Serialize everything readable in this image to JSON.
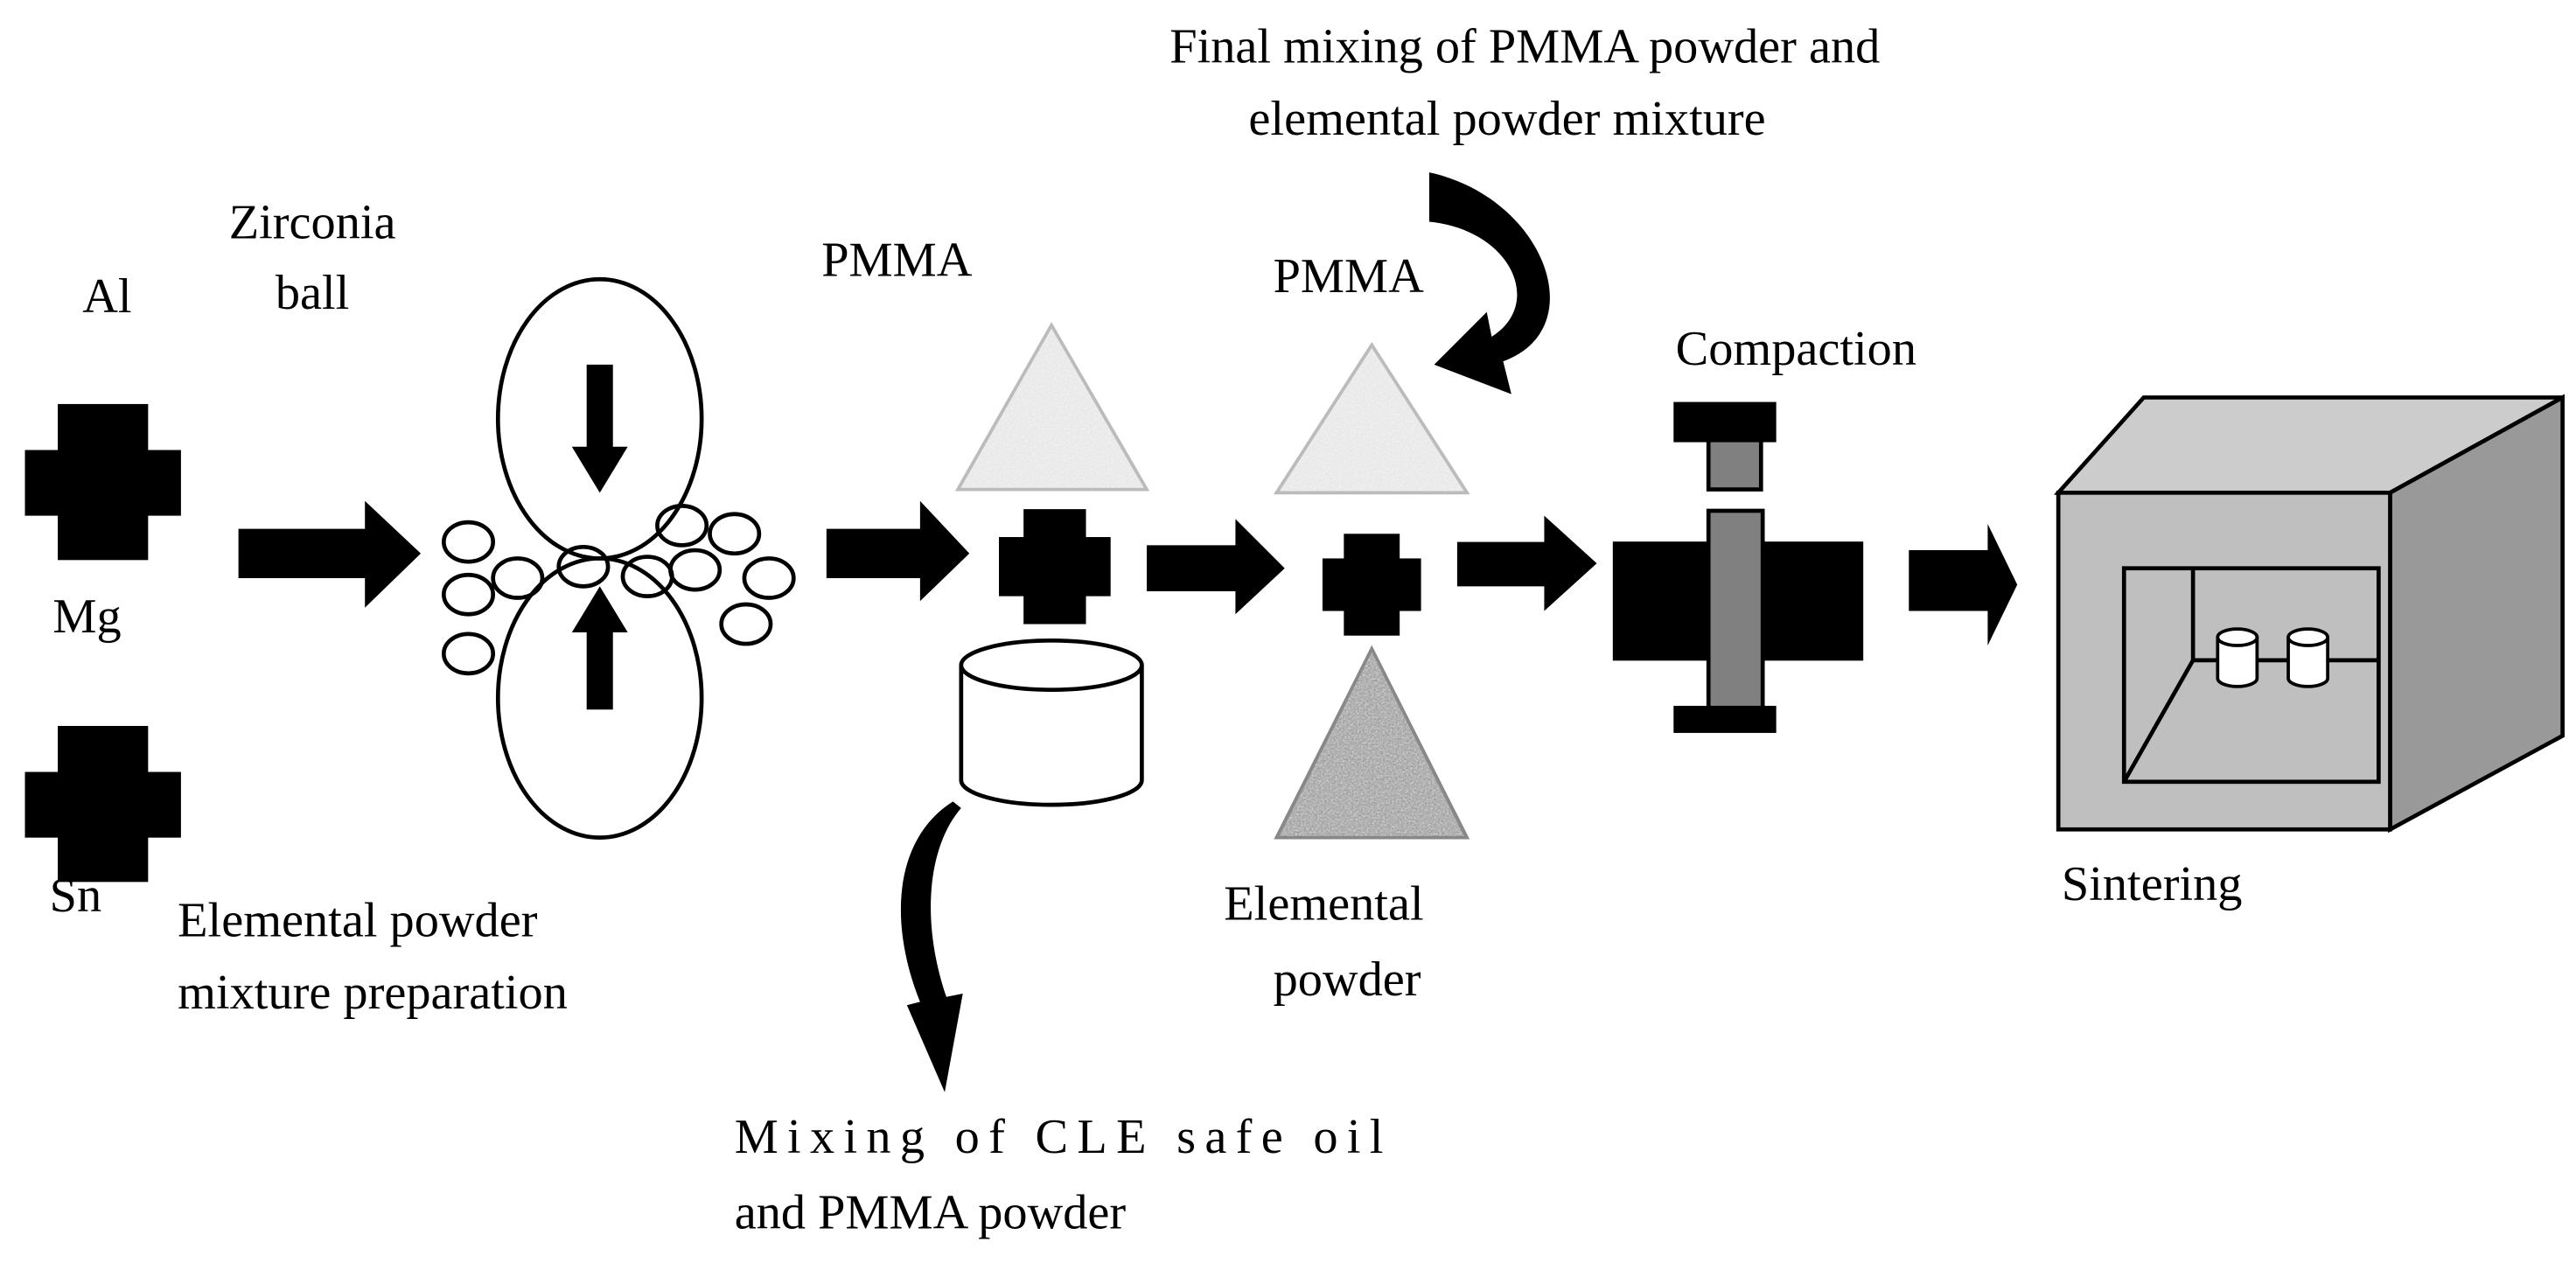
{
  "labels": {
    "final_mixing_line1": "Final mixing of PMMA powder and",
    "final_mixing_line2": "elemental powder mixture",
    "zirconia_line1": "Zirconia",
    "zirconia_line2": "ball",
    "al": "Al",
    "mg": "Mg",
    "sn": "Sn",
    "elemental_mixture_line1": "Elemental powder",
    "elemental_mixture_line2": "mixture preparation",
    "pmma_1": "PMMA",
    "pmma_2": "PMMA",
    "mixing_oil_line1": "Mixing of CLE safe oil",
    "mixing_oil_line2": "and PMMA powder",
    "elemental_powder_line1": "Elemental",
    "elemental_powder_line2": "powder",
    "compaction": "Compaction",
    "sintering": "Sintering"
  },
  "colors": {
    "ink": "#000000",
    "pmma_powder": "#e6e6e6",
    "elemental_powder": "#9a9a9a",
    "punch": "#808080",
    "furnace_front": "#bfbfbf",
    "furnace_top": "#cccccc",
    "furnace_side": "#999999"
  }
}
